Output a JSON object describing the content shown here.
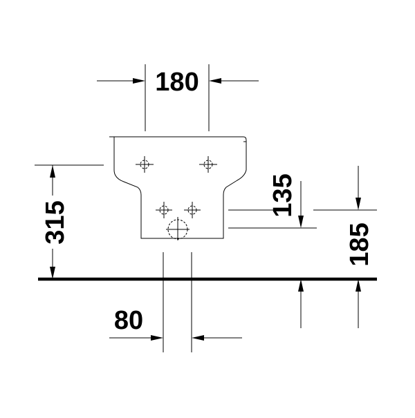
{
  "dimensions": {
    "top_width": "180",
    "height_total": "315",
    "supply_height": "135",
    "drain_height": "185",
    "drain_spacing": "80"
  }
}
